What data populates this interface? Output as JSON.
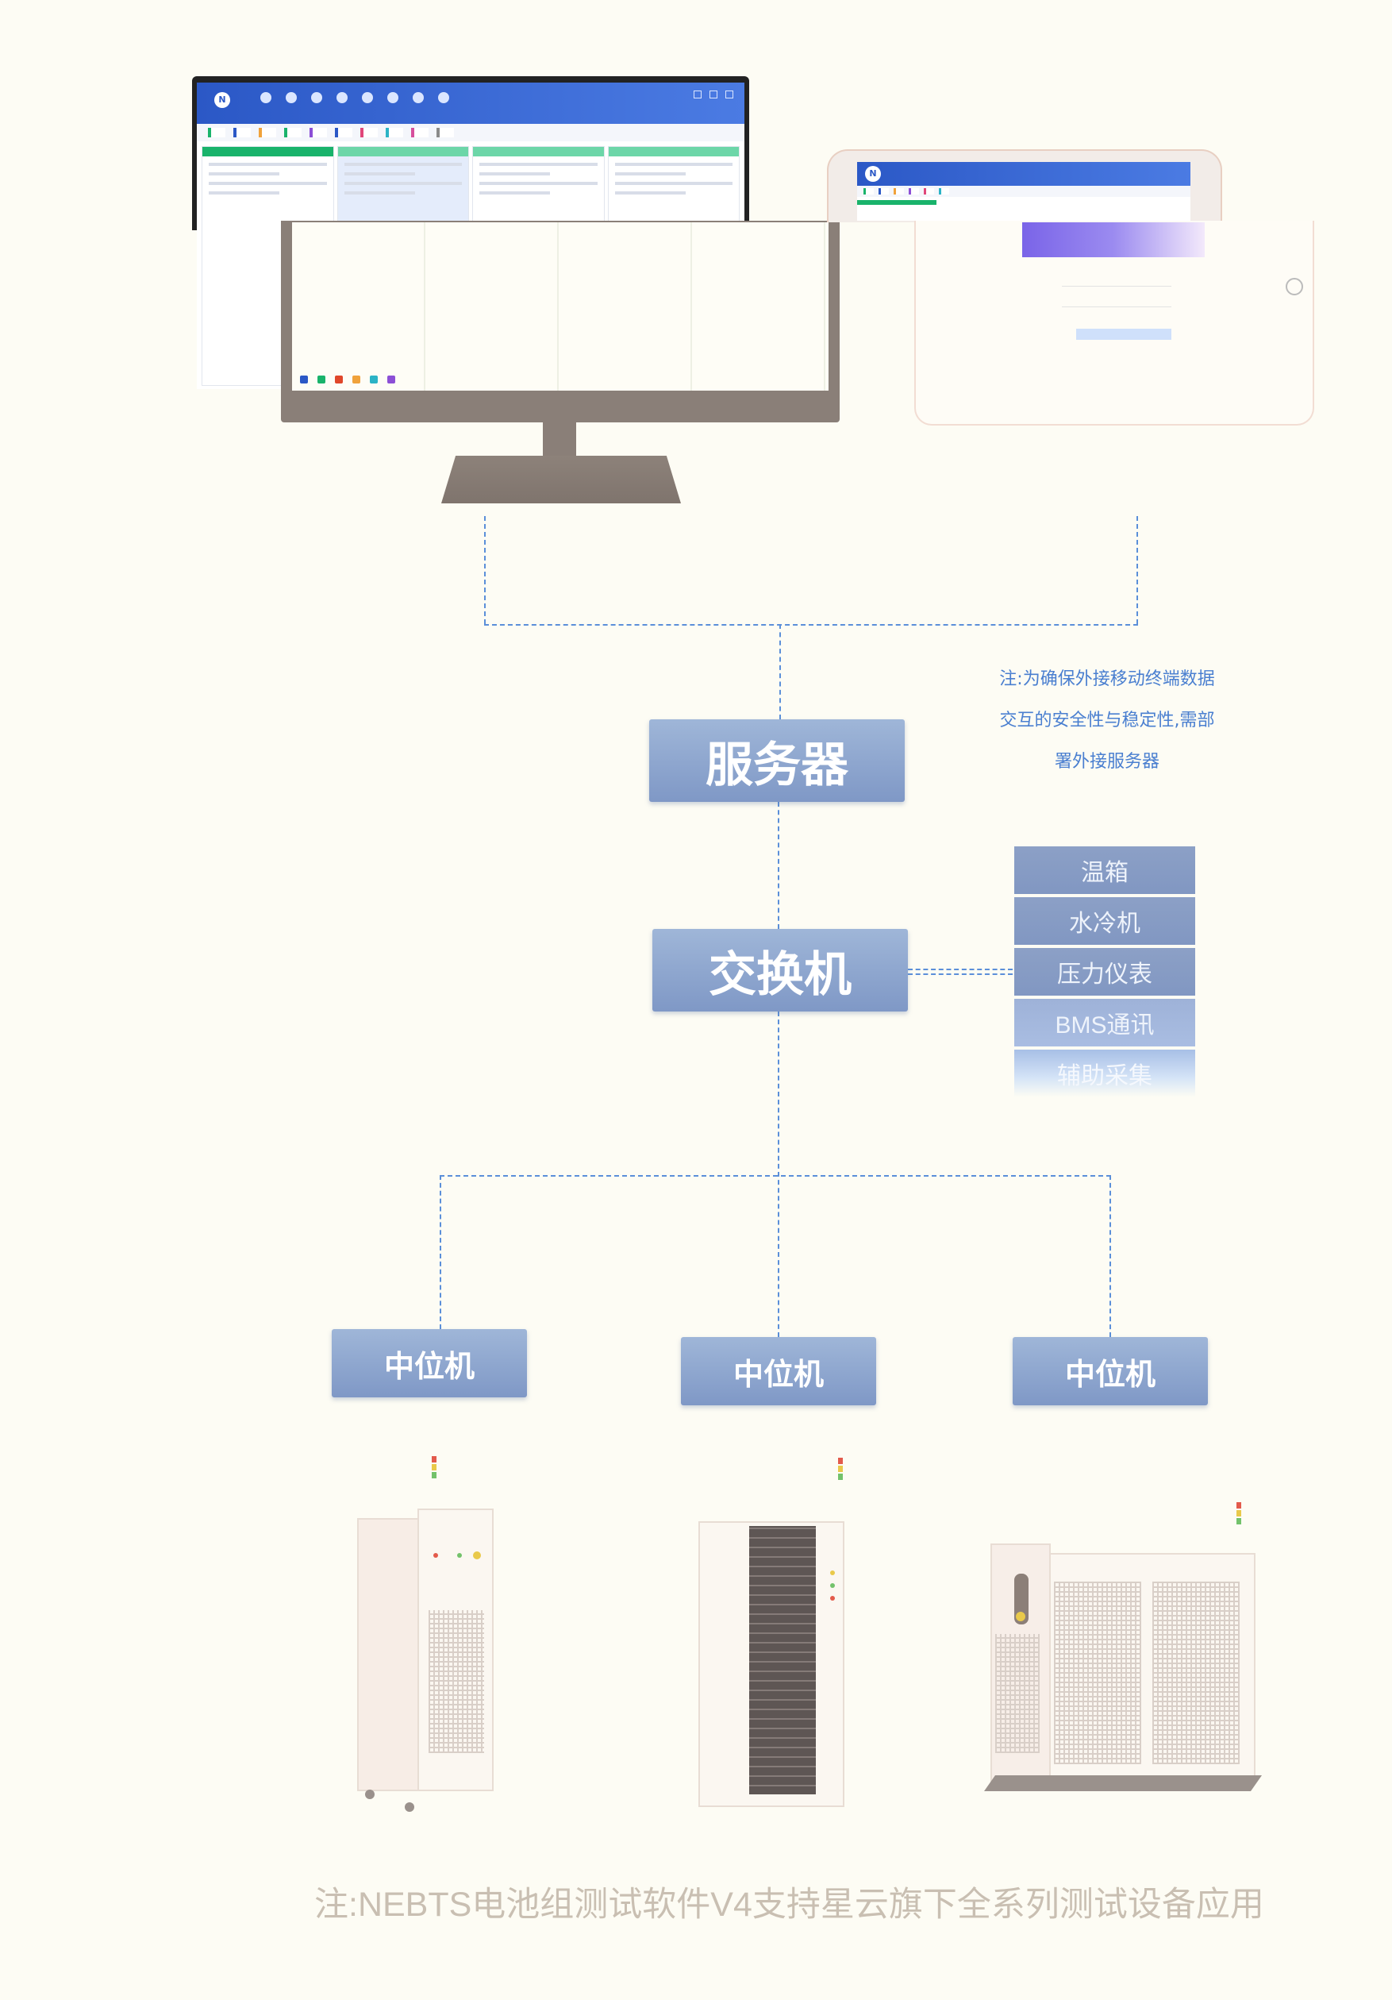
{
  "diagram": {
    "server_label": "服务器",
    "switch_label": "交换机",
    "mid_label": "中位机",
    "note_top_lines": [
      "注:为确保外接移动终端数据",
      "交互的安全性与稳定性,需部",
      "署外接服务器"
    ],
    "devices": [
      "温箱",
      "水冷机",
      "压力仪表",
      "BMS通讯",
      "辅助采集"
    ],
    "footnote": "注:NEBTS电池组测试软件V4支持星云旗下全系列测试设备应用"
  },
  "colors": {
    "background": "#fdfcf4",
    "box_top": "#9fb6d8",
    "box_bottom": "#7f98c6",
    "note_text": "#4a7fd0",
    "connector": "#5b8fd9",
    "footnote_text": "#c9bfb2",
    "app_header": "#2b58c6",
    "channel_green": "#19b36b"
  },
  "icons": {
    "monitor": "desktop-monitor",
    "tablet": "tablet-device",
    "cabinet": "battery-test-cabinet"
  }
}
